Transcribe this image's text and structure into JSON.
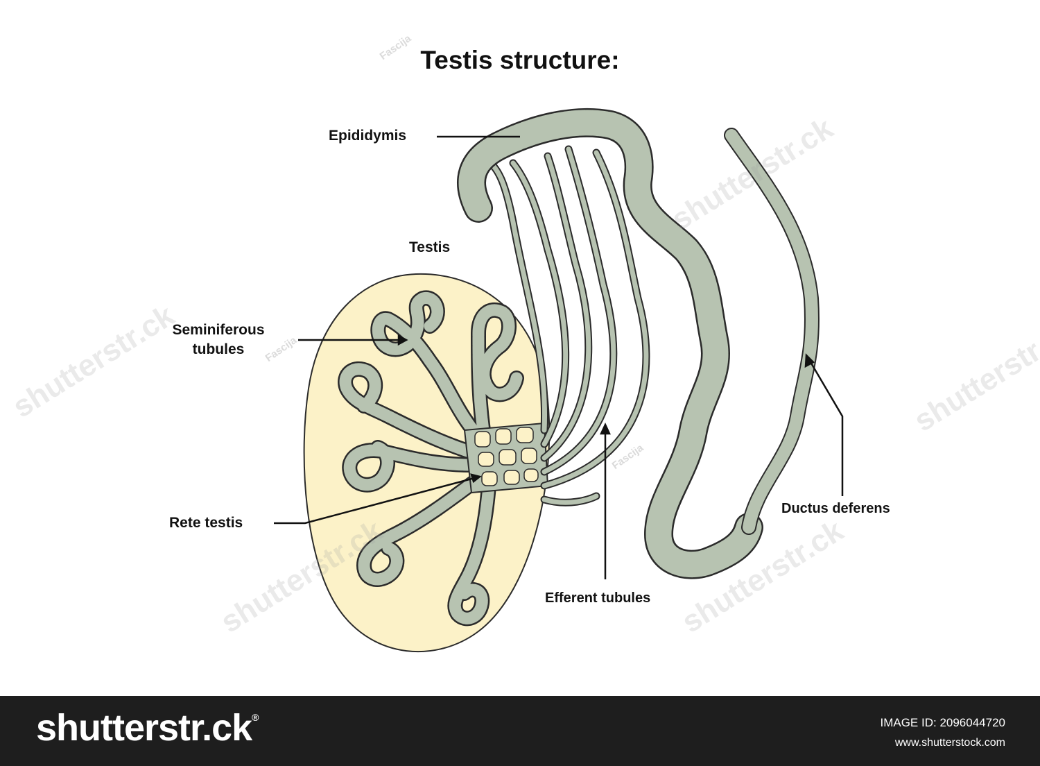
{
  "title": "Testis structure:",
  "labels": {
    "epididymis": "Epididymis",
    "testis": "Testis",
    "seminiferous_line1": "Seminiferous",
    "seminiferous_line2": "tubules",
    "rete_testis": "Rete testis",
    "efferent_tubules": "Efferent tubules",
    "ductus_deferens": "Ductus deferens"
  },
  "footer": {
    "brand": "shutterstr.ck",
    "image_id": "IMAGE ID: 2096044720",
    "url": "www.shutterstock.com"
  },
  "watermark": {
    "text": "shutterstr.ck",
    "author": "Fascija"
  },
  "colors": {
    "testis_fill": "#fcf2c8",
    "tubule_fill": "#b7c3b1",
    "outline": "#2b2b2b",
    "footer_bg": "#1e1e1e"
  }
}
